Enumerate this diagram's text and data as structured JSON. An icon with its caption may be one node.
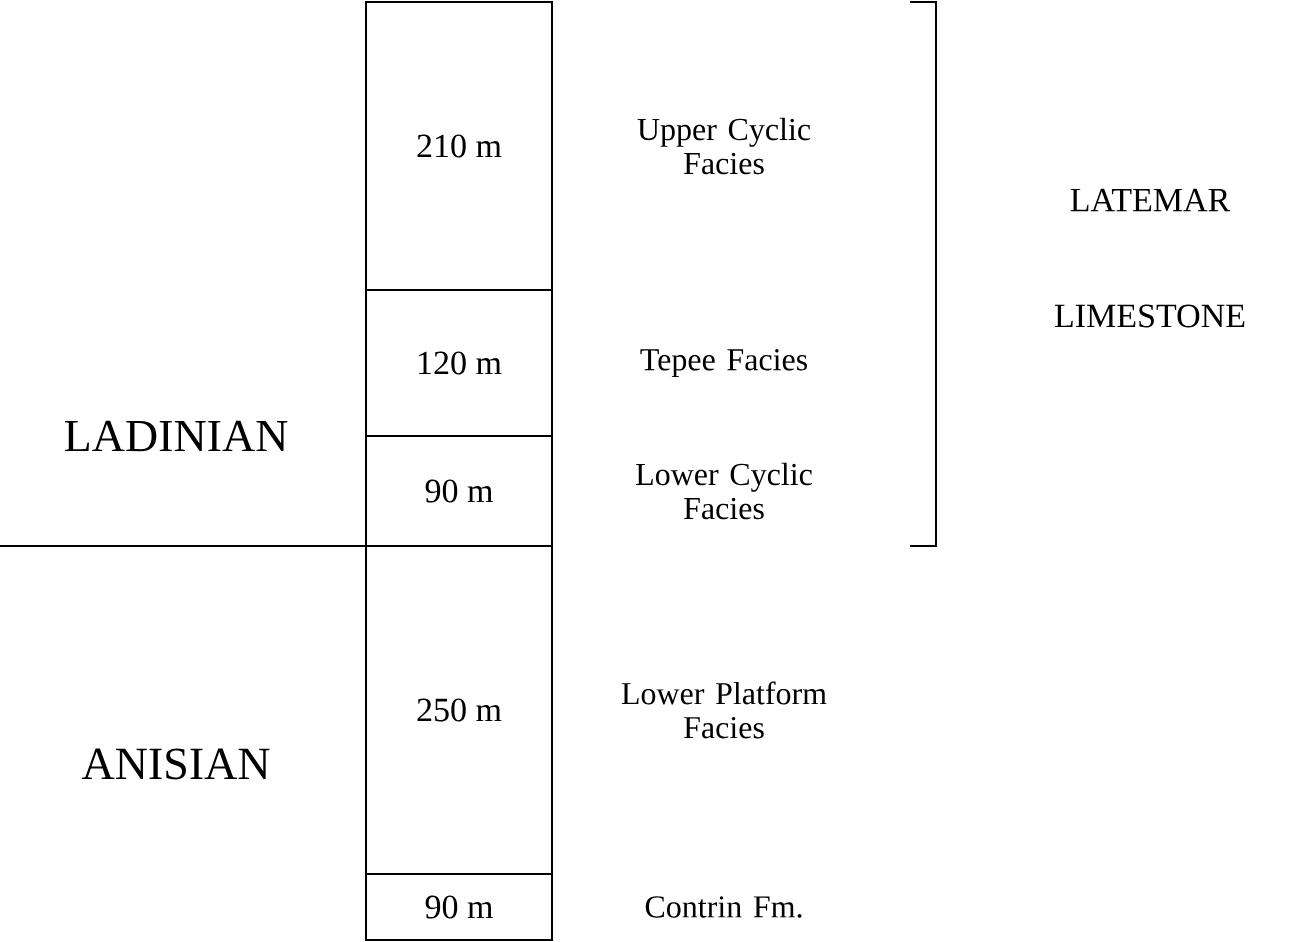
{
  "diagram": {
    "nodes": [
      {
        "text": [
          "210 m"
        ],
        "beside": [
          "Upper Cyclic Facies"
        ]
      },
      {
        "text": [
          "120 m"
        ],
        "beside": [
          "Tepee Facies"
        ]
      },
      {
        "text": [
          "90 m"
        ],
        "beside": [
          "Lower Cyclic Facies"
        ]
      },
      {
        "text": [
          "250 m"
        ],
        "beside": [
          "Lower Platform Facies"
        ]
      },
      {
        "text": [
          "90 m"
        ],
        "beside": [
          "Contrin Fm."
        ]
      }
    ],
    "labels": [
      "LADINIAN",
      "ANISIAN",
      "LATEMAR",
      "LIMESTONE"
    ]
  }
}
